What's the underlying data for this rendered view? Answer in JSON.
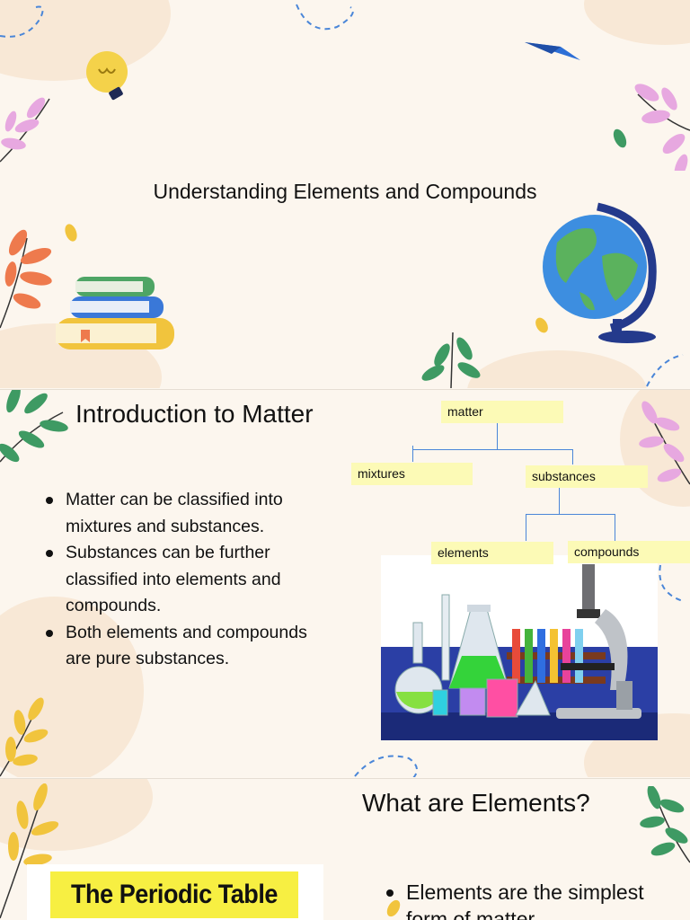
{
  "slides": [
    {
      "title": "Understanding Elements and Compounds"
    },
    {
      "heading": "Introduction to Matter",
      "bullets": [
        "Matter can be classified into mixtures and substances.",
        "Substances can be further classified into elements and compounds.",
        "Both elements and compounds are pure substances."
      ],
      "diagram": {
        "root": "matter",
        "level1": [
          "mixtures",
          "substances"
        ],
        "level2": [
          "elements",
          "compounds"
        ]
      }
    },
    {
      "heading": "What are Elements?",
      "image_title": "The Periodic Table",
      "bullets": [
        "Elements are the simplest form of matter"
      ]
    }
  ],
  "colors": {
    "background": "#fcf6ee",
    "blob": "#f8e8d6",
    "node_fill": "#fcfab6",
    "tree_line": "#4a86d8",
    "leaf_pink": "#e7a8e0",
    "leaf_orange": "#ee7a4d",
    "leaf_green": "#3e9a63",
    "leaf_yellow": "#f1c43d"
  }
}
